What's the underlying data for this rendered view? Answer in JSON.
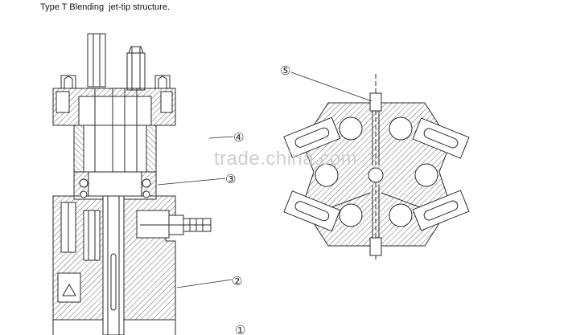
{
  "title": "Type T Blending  jet-tip structure.",
  "watermark": "trade.china.com",
  "callouts": [
    "⑤",
    "④",
    "③",
    "②",
    "①"
  ],
  "colors": {
    "line": "#2a2a2a",
    "hatch": "#555555",
    "watermark": "#cfcfcf"
  }
}
